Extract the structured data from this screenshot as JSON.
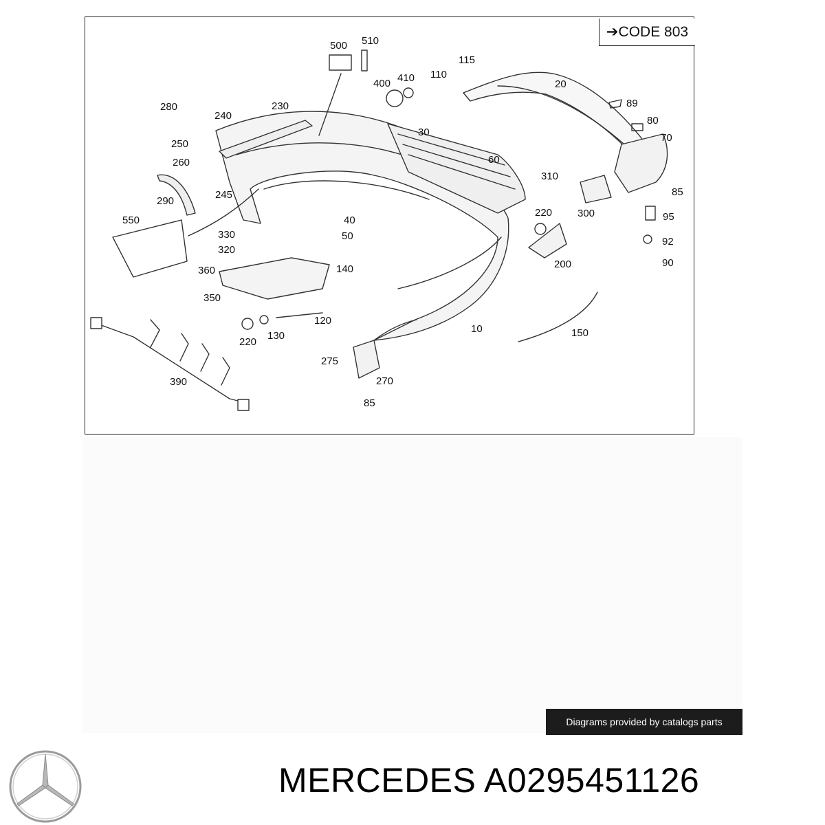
{
  "diagram": {
    "code_label": "CODE 803",
    "callouts": {
      "c500": "500",
      "c510": "510",
      "c115": "115",
      "c400": "400",
      "c410": "410",
      "c110": "110",
      "c20": "20",
      "c280": "280",
      "c240": "240",
      "c230": "230",
      "c89": "89",
      "c30": "30",
      "c80": "80",
      "c250": "250",
      "c70": "70",
      "c260": "260",
      "c60": "60",
      "c245": "245",
      "c310": "310",
      "c290": "290",
      "c85a": "85",
      "c300": "300",
      "c550": "550",
      "c40": "40",
      "c220a": "220",
      "c95": "95",
      "c330": "330",
      "c50": "50",
      "c92": "92",
      "c320": "320",
      "c200": "200",
      "c90": "90",
      "c360": "360",
      "c140": "140",
      "c350": "350",
      "c120": "120",
      "c10": "10",
      "c150": "150",
      "c220b": "220",
      "c130": "130",
      "c275": "275",
      "c270": "270",
      "c390": "390",
      "c85b": "85"
    }
  },
  "footer": {
    "credit": "Diagrams provided by catalogs parts",
    "part_title": "MERCEDES A0295451126"
  },
  "icons": {
    "code_arrow": "arrow-right-icon",
    "brand_logo": "mercedes-star-logo"
  }
}
